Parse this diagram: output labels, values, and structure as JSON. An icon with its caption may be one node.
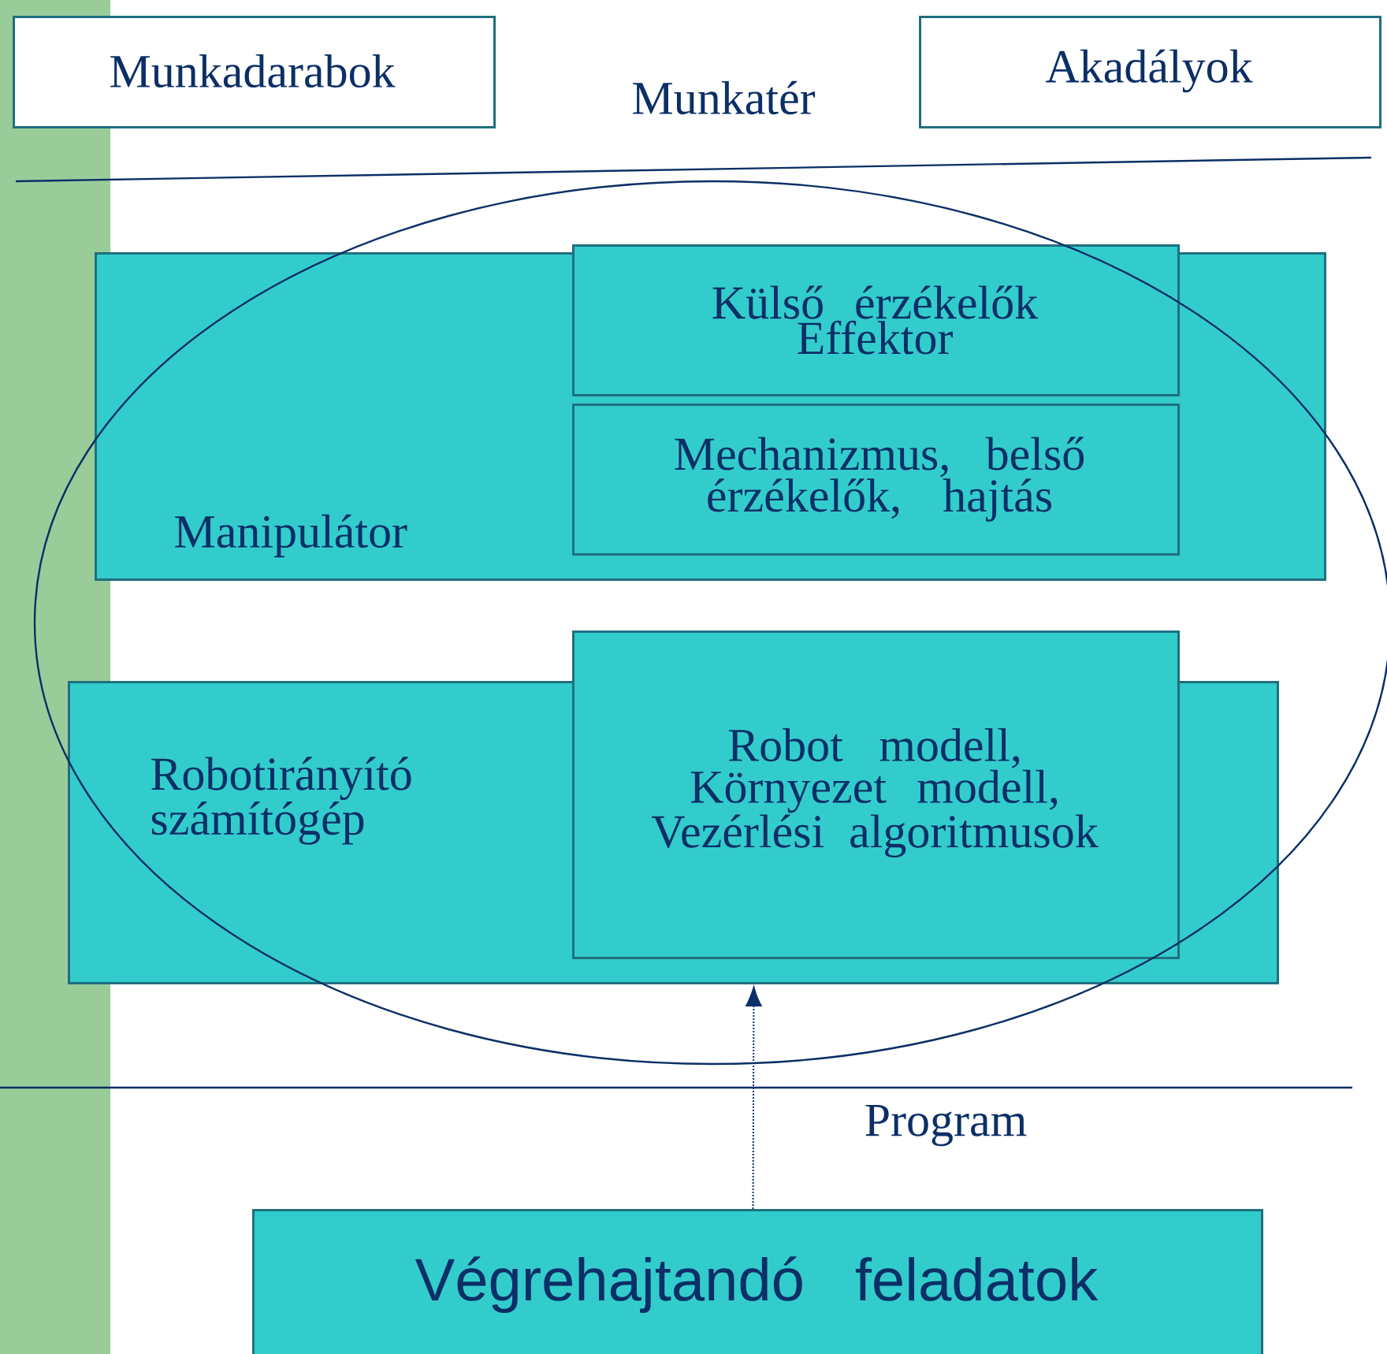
{
  "diagram": {
    "nodes": [
      {
        "text": [
          "Munkadarabok"
        ]
      },
      {
        "text": [
          "Akadályok"
        ]
      },
      {
        "text": [
          "Manipulátor"
        ]
      },
      {
        "text": [
          "Külső érzékelők Effektor"
        ],
        "in": 2
      },
      {
        "text": [
          "Mechanizmus, belső érzékelők, hajtás"
        ],
        "in": 2
      },
      {
        "text": [
          "Robotirányító számítógép"
        ]
      },
      {
        "text": [
          "Robot modell, Környezet modell, Vezérlési algoritmusok"
        ],
        "in": 5
      },
      {
        "text": [
          "Végrehajtandó feladatok"
        ]
      }
    ],
    "edges": [
      {
        "from": 7,
        "to": 5,
        "arrow": "to",
        "style": "dashed"
      }
    ],
    "labels": [
      "Munkatér",
      "Program"
    ]
  }
}
